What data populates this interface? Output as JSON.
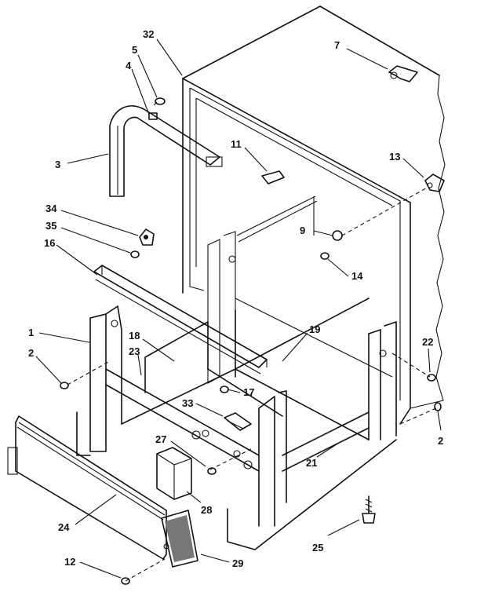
{
  "callouts": [
    {
      "id": "c32",
      "text": "32"
    },
    {
      "id": "c5",
      "text": "5"
    },
    {
      "id": "c4",
      "text": "4"
    },
    {
      "id": "c7",
      "text": "7"
    },
    {
      "id": "c3",
      "text": "3"
    },
    {
      "id": "c11",
      "text": "11"
    },
    {
      "id": "c13",
      "text": "13"
    },
    {
      "id": "c34",
      "text": "34"
    },
    {
      "id": "c9",
      "text": "9"
    },
    {
      "id": "c35",
      "text": "35"
    },
    {
      "id": "c16",
      "text": "16"
    },
    {
      "id": "c14",
      "text": "14"
    },
    {
      "id": "c1",
      "text": "1"
    },
    {
      "id": "c18",
      "text": "18"
    },
    {
      "id": "c19",
      "text": "19"
    },
    {
      "id": "c22",
      "text": "22"
    },
    {
      "id": "c2a",
      "text": "2"
    },
    {
      "id": "c23",
      "text": "23"
    },
    {
      "id": "c17",
      "text": "17"
    },
    {
      "id": "c33",
      "text": "33"
    },
    {
      "id": "c2b",
      "text": "2"
    },
    {
      "id": "c27",
      "text": "27"
    },
    {
      "id": "c21",
      "text": "21"
    },
    {
      "id": "c28",
      "text": "28"
    },
    {
      "id": "c24",
      "text": "24"
    },
    {
      "id": "c25",
      "text": "25"
    },
    {
      "id": "c12",
      "text": "12"
    },
    {
      "id": "c29",
      "text": "29"
    }
  ]
}
